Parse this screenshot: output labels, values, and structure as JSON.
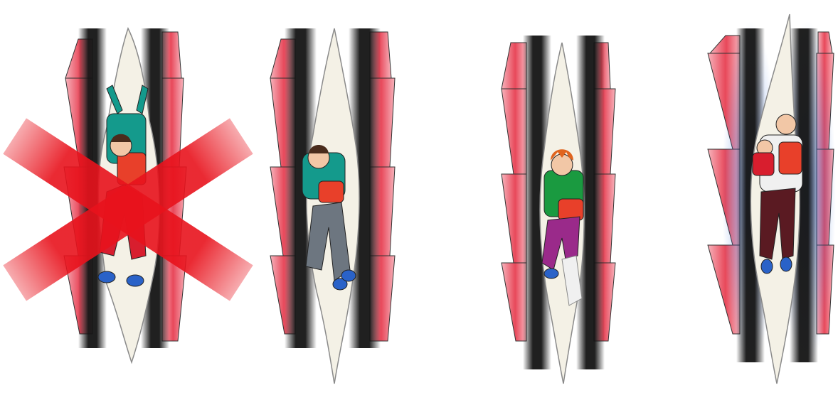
{
  "colors": {
    "background": "#ffffff",
    "fin_red": "#e8485a",
    "fin_pink": "#f7b3bc",
    "chute_dark": "#141414",
    "fabric": "#f4f1e6",
    "fabric_stroke": "#8a8a8a",
    "cross_red": "#e8121c",
    "jacket_teal": "#149a8c",
    "jacket_green": "#1a9a40",
    "vest_orange": "#e8402a",
    "hair_brown": "#4a2c1c",
    "hair_ginger": "#e0641e",
    "jeans_grey": "#6d7680",
    "trousers_red": "#d81e2e",
    "trousers_purple": "#9a2a8a",
    "trousers_maroon": "#5a1a22",
    "cast_white": "#f0f0f0",
    "shoe_blue": "#2a62c8",
    "blue_glow": "#3a6ed8"
  },
  "panels": [
    {
      "id": "panel-1",
      "figure": "arms-raised-person",
      "crossed_out": true
    },
    {
      "id": "panel-2",
      "figure": "crouched-person",
      "crossed_out": false
    },
    {
      "id": "panel-3",
      "figure": "person-with-leg-cast",
      "crossed_out": false
    },
    {
      "id": "panel-4",
      "figure": "adult-holding-child",
      "crossed_out": false
    }
  ]
}
